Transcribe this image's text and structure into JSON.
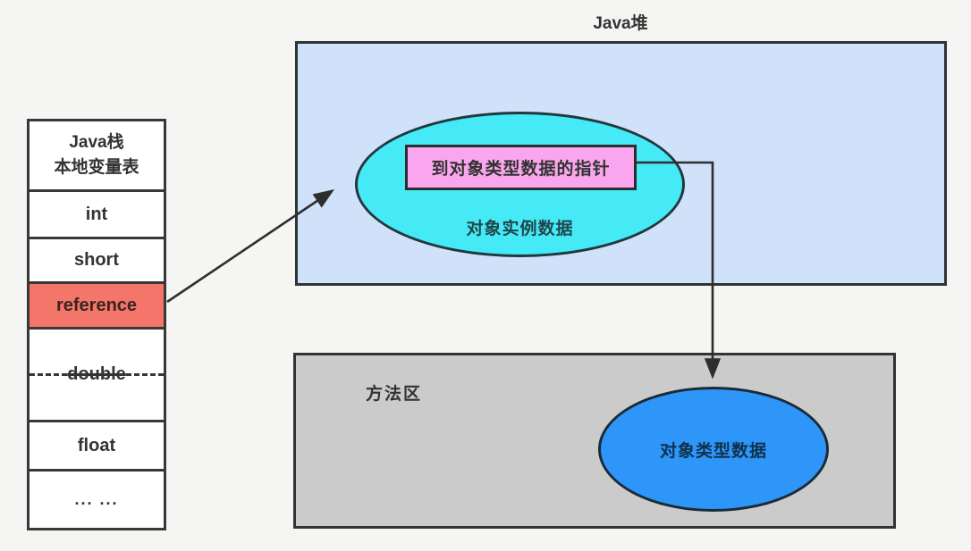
{
  "stack": {
    "header_line1": "Java栈",
    "header_line2": "本地变量表",
    "rows": [
      {
        "label": "int",
        "highlight": false
      },
      {
        "label": "short",
        "highlight": false
      },
      {
        "label": "reference",
        "highlight": true
      },
      {
        "label": "double",
        "highlight": false,
        "double_slot": true
      },
      {
        "label": "float",
        "highlight": false
      },
      {
        "label": "... ...",
        "highlight": false
      }
    ]
  },
  "heap": {
    "title": "Java堆",
    "pointer_box_label": "到对象类型数据的指针",
    "instance_label": "对象实例数据"
  },
  "method_area": {
    "label": "方法区",
    "type_label": "对象类型数据"
  },
  "arrows": [
    {
      "name": "reference-to-instance",
      "from": "stack reference cell",
      "to": "object instance ellipse"
    },
    {
      "name": "pointer-to-type",
      "from": "pointer box",
      "to": "object type ellipse"
    }
  ],
  "colors": {
    "reference_highlight": "#f4756a",
    "heap_fill": "#cfe2fa",
    "instance_ellipse_fill": "#46e9f6",
    "pointer_box_fill": "#f9a6ee",
    "method_area_fill": "#cbcbcb",
    "type_ellipse_fill": "#2e96f8",
    "arrow": "#2e2e2e"
  }
}
